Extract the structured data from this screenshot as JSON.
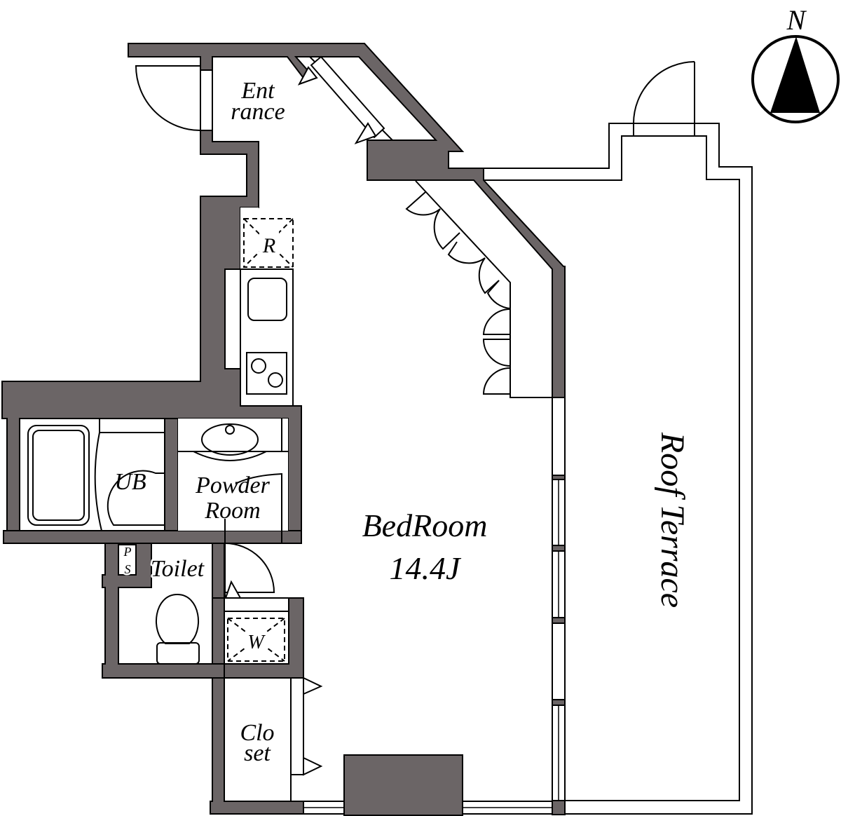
{
  "plan": {
    "title": "Floor plan",
    "colors": {
      "wall": "#6b6566",
      "line": "#000000",
      "background": "#ffffff"
    },
    "rooms": {
      "entrance": {
        "line1": "Ent",
        "line2": "rance"
      },
      "bedroom": {
        "name": "BedRoom",
        "size": "14.4J"
      },
      "unit_bath": {
        "label": "UB"
      },
      "powder_room": {
        "line1": "Powder",
        "line2": "Room"
      },
      "toilet": {
        "label": "Toilet"
      },
      "closet": {
        "line1": "Clo",
        "line2": "set"
      },
      "roof_terrace": {
        "label": "Roof Terrace"
      }
    },
    "fixtures": {
      "refrigerator": "R",
      "washer": "W",
      "pipe_space": {
        "line1": "P",
        "line2": "S"
      }
    },
    "compass": {
      "label": "N",
      "icon": "north-arrow-icon"
    }
  }
}
